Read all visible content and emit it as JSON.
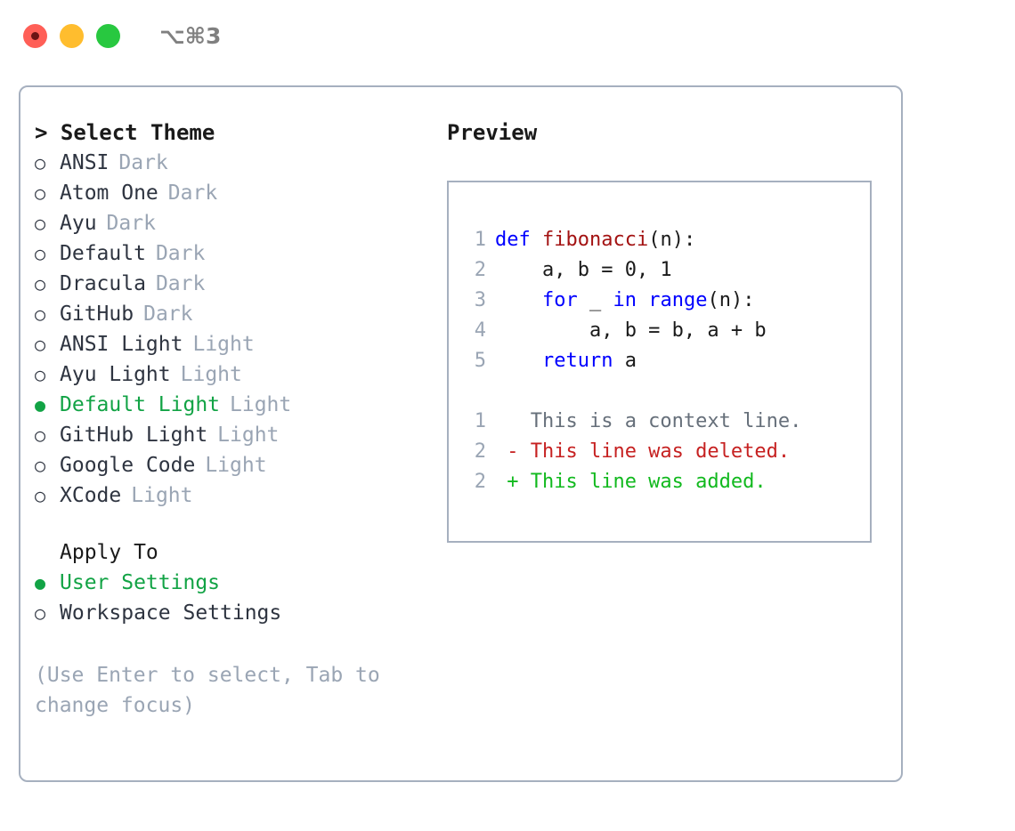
{
  "titlebar": {
    "shortcut": "⌥⌘3",
    "lights": [
      "close",
      "minimize",
      "maximize"
    ]
  },
  "theme_panel": {
    "header": "> Select Theme",
    "bullet_selected": "●",
    "bullet_unselected": "○",
    "items": [
      {
        "label": "ANSI",
        "tag": "Dark",
        "selected": false
      },
      {
        "label": "Atom One",
        "tag": "Dark",
        "selected": false
      },
      {
        "label": "Ayu",
        "tag": "Dark",
        "selected": false
      },
      {
        "label": "Default",
        "tag": "Dark",
        "selected": false
      },
      {
        "label": "Dracula",
        "tag": "Dark",
        "selected": false
      },
      {
        "label": "GitHub",
        "tag": "Dark",
        "selected": false
      },
      {
        "label": "ANSI Light",
        "tag": "Light",
        "selected": false
      },
      {
        "label": "Ayu Light",
        "tag": "Light",
        "selected": false
      },
      {
        "label": "Default Light",
        "tag": "Light",
        "selected": true
      },
      {
        "label": "GitHub Light",
        "tag": "Light",
        "selected": false
      },
      {
        "label": "Google Code",
        "tag": "Light",
        "selected": false
      },
      {
        "label": "XCode",
        "tag": "Light",
        "selected": false
      }
    ]
  },
  "apply_to": {
    "header": "Apply To",
    "items": [
      {
        "label": "User Settings",
        "selected": true
      },
      {
        "label": "Workspace Settings",
        "selected": false
      }
    ]
  },
  "hint": "(Use Enter to select, Tab to change focus)",
  "preview": {
    "title": "Preview",
    "code_lines": [
      {
        "no": "1",
        "tokens": [
          {
            "t": "def ",
            "k": "kw"
          },
          {
            "t": "fibonacci",
            "k": "fn"
          },
          {
            "t": "(n):",
            "k": "plain"
          }
        ]
      },
      {
        "no": "2",
        "tokens": [
          {
            "t": "    a, b = 0, 1",
            "k": "plain"
          }
        ]
      },
      {
        "no": "3",
        "tokens": [
          {
            "t": "    ",
            "k": "plain"
          },
          {
            "t": "for",
            "k": "kw"
          },
          {
            "t": " _ ",
            "k": "plain"
          },
          {
            "t": "in",
            "k": "kw"
          },
          {
            "t": " ",
            "k": "plain"
          },
          {
            "t": "range",
            "k": "kw"
          },
          {
            "t": "(n):",
            "k": "plain"
          }
        ]
      },
      {
        "no": "4",
        "tokens": [
          {
            "t": "        a, b = b, a + b",
            "k": "plain"
          }
        ]
      },
      {
        "no": "5",
        "tokens": [
          {
            "t": "    ",
            "k": "plain"
          },
          {
            "t": "return",
            "k": "kw"
          },
          {
            "t": " a",
            "k": "plain"
          }
        ]
      }
    ],
    "diff_lines": [
      {
        "no": "1",
        "marker": " ",
        "text": "This is a context line.",
        "kind": "context"
      },
      {
        "no": "2",
        "marker": "-",
        "text": "This line was deleted.",
        "kind": "deleted"
      },
      {
        "no": "2",
        "marker": "+",
        "text": "This line was added.",
        "kind": "added"
      }
    ]
  },
  "colors": {
    "accent_green": "#12a345",
    "muted_gray": "#9aa5b4",
    "border": "#a6b0bf",
    "keyword_blue": "#0000ff",
    "function_red": "#a31212",
    "diff_deleted": "#c62121",
    "diff_added": "#11b91e",
    "light_red": "#ff5f57",
    "light_yellow": "#ffbd2e",
    "light_green": "#28c840"
  }
}
